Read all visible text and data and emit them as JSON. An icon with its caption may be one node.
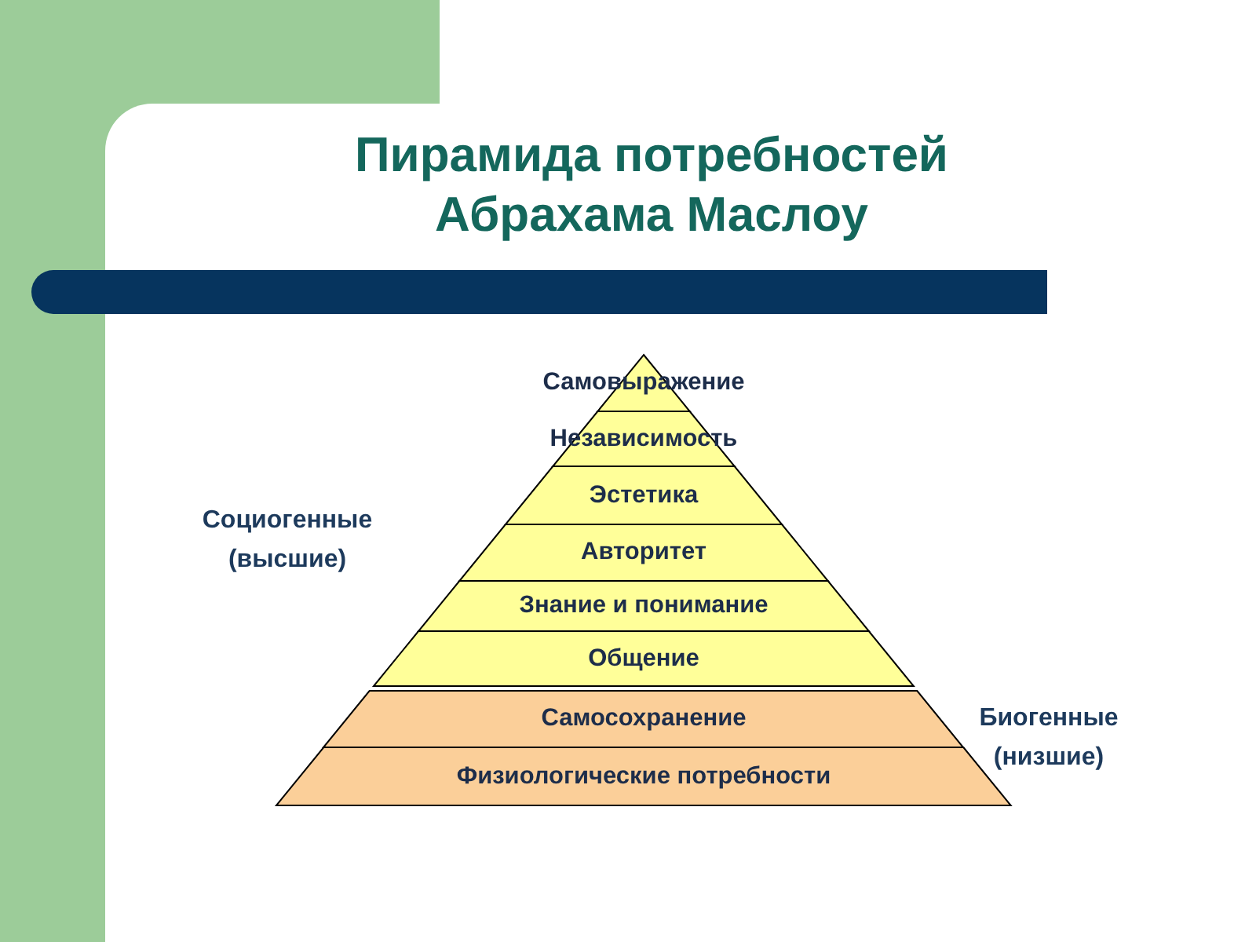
{
  "diagram": {
    "title": "Пирамида потребностей Абрахама Маслоу",
    "nodes": [
      {
        "text": [
          "Самовыражение"
        ]
      },
      {
        "text": [
          "Независимость"
        ]
      },
      {
        "text": [
          "Эстетика"
        ]
      },
      {
        "text": [
          "Авторитет"
        ]
      },
      {
        "text": [
          "Знание и понимание"
        ]
      },
      {
        "text": [
          "Общение"
        ]
      },
      {
        "text": [
          "Самосохранение"
        ]
      },
      {
        "text": [
          "Физиологические потребности"
        ]
      }
    ],
    "labels": [
      "Социогенные (высшие)",
      "Биогенные (низшие)"
    ]
  }
}
